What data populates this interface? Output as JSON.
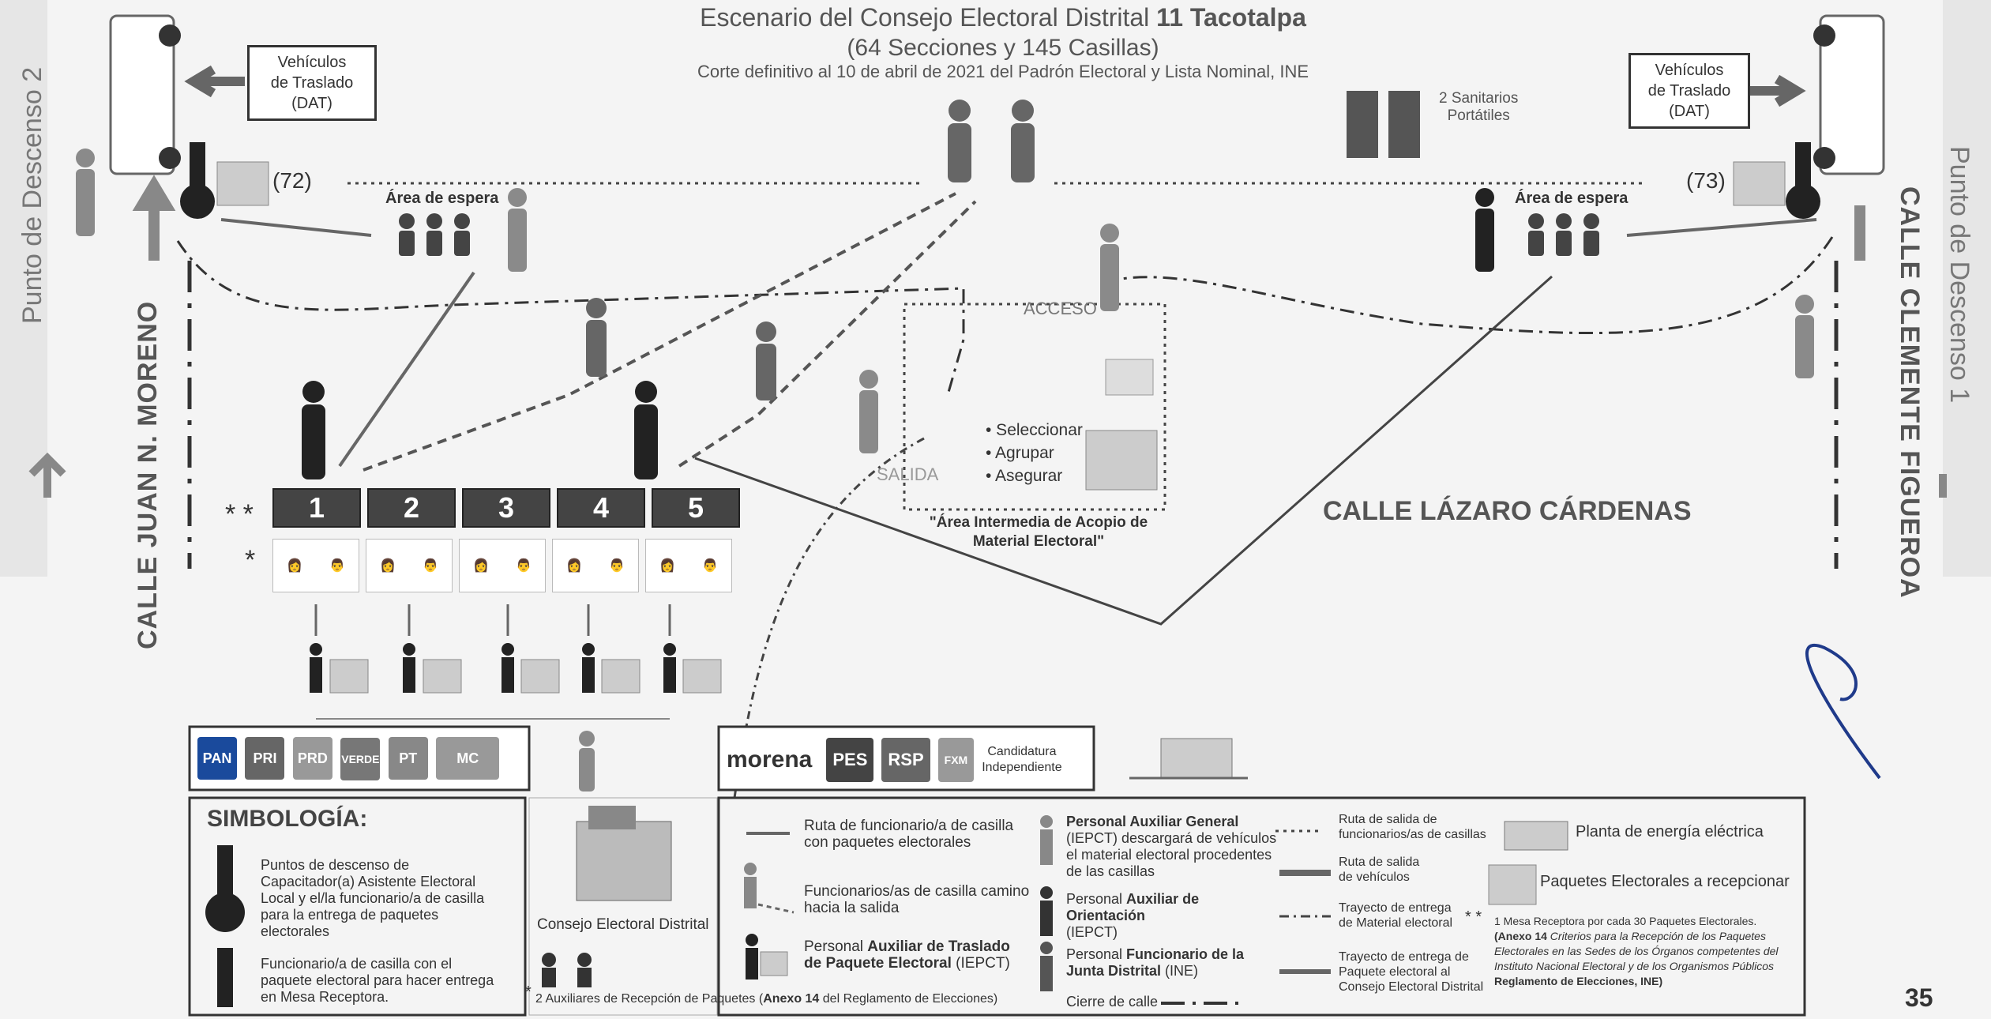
{
  "header": {
    "title_prefix": "Escenario del Consejo Electoral Distrital ",
    "title_bold": "11 Tacotalpa",
    "subtitle": "(64 Secciones y 145 Casillas)",
    "note": "Corte definitivo al 10 de abril de 2021 del Padrón Electoral y Lista  Nominal, INE"
  },
  "sides": {
    "left_drop": "Punto de Descenso 2",
    "right_drop": "Punto de Descenso 1",
    "left_street": "CALLE JUAN N. MORENO",
    "right_street": "CALLE CLEMENTE FIGUEROA",
    "bottom_street": "CALLE LÁZARO CÁRDENAS"
  },
  "vehicles": {
    "left_label_1": "Vehículos",
    "left_label_2": "de Traslado",
    "left_label_3": "(DAT)",
    "right_label_1": "Vehículos",
    "right_label_2": "de Traslado",
    "right_label_3": "(DAT)",
    "left_count": "(72)",
    "right_count": "(73)"
  },
  "areas": {
    "waiting_left": "Área de espera",
    "waiting_right": "Área de espera",
    "sanitarios_1": "2 Sanitarios",
    "sanitarios_2": "Portátiles",
    "acceso": "ACCESO",
    "salida": "SALIDA",
    "acopio_items": [
      "• Seleccionar",
      "• Agrupar",
      "• Asegurar"
    ],
    "acopio_title_1": "\"Área Intermedia de Acopio de",
    "acopio_title_2": "Material Electoral\""
  },
  "mesas": {
    "double_star": "* *",
    "single_star": "*",
    "numbers": [
      "1",
      "2",
      "3",
      "4",
      "5"
    ]
  },
  "parties": {
    "group1": [
      "PAN",
      "PRI",
      "PRD",
      "VERDE",
      "PT",
      "MC"
    ],
    "group2": [
      "morena",
      "PES",
      "RSP",
      "FXM"
    ],
    "candidatura_1": "Candidatura",
    "candidatura_2": "Independiente"
  },
  "consejo": {
    "label": "Consejo Electoral Distrital",
    "aux_star": "*",
    "aux_note_a": "2 Auxiliares de Recepción de Paquetes (",
    "aux_note_b": "Anexo 14",
    "aux_note_c": " del Reglamento de Elecciones)"
  },
  "legend": {
    "title": "SIMBOLOGÍA:",
    "descenso_text": "Puntos de descenso de Capacitador(a) Asistente Electoral Local y el/la funcionario/a de casilla para la entrega de paquetes electorales",
    "funcionario_text": "Funcionario/a de casilla con el paquete electoral para hacer entrega en Mesa Receptora.",
    "ruta_func_1": "Ruta de funcionario/a de casilla",
    "ruta_func_2": "con paquetes electorales",
    "camino_1": "Funcionarios/as de casilla camino",
    "camino_2": "hacia la salida",
    "aux_traslado_a": "Personal ",
    "aux_traslado_b": "Auxiliar de Traslado",
    "aux_traslado_c": "de Paquete Electoral",
    "aux_traslado_d": " (IEPCT)",
    "aux_general_a": "Personal Auxiliar General",
    "aux_general_b": " (IEPCT) descargará de vehículos el material electoral procedentes de las casillas",
    "aux_orient_a": "Personal ",
    "aux_orient_b": "Auxiliar de Orientación",
    "aux_orient_c": "(IEPCT)",
    "func_junta_a": "Personal ",
    "func_junta_b": "Funcionario de la Junta Distrital",
    "func_junta_c": " (INE)",
    "cierre": "Cierre de calle",
    "salida_func_1": "Ruta de salida de",
    "salida_func_2": "funcionarios/as de casillas",
    "salida_veh_1": "Ruta de salida",
    "salida_veh_2": "de vehículos",
    "trayecto_mat_1": "Trayecto de entrega",
    "trayecto_mat_2": "de Material electoral",
    "trayecto_paq_1": "Trayecto de entrega de",
    "trayecto_paq_2": "Paquete electoral al",
    "trayecto_paq_3": "Consejo Electoral Distrital",
    "planta": "Planta de energía eléctrica",
    "paquetes": "Paquetes Electorales a recepcionar",
    "note_stars": "* *",
    "note_1": "1 Mesa Receptora por cada 30 Paquetes Electorales.",
    "note_2a": "(Anexo 14",
    "note_2b": " Criterios para la Recepción de los Paquetes Electorales en las Sedes de los Órganos competentes del Instituto Nacional Electoral y de los Organismos Públicos",
    "note_2c": "  Reglamento de Elecciones, INE)"
  },
  "page_number": "35"
}
